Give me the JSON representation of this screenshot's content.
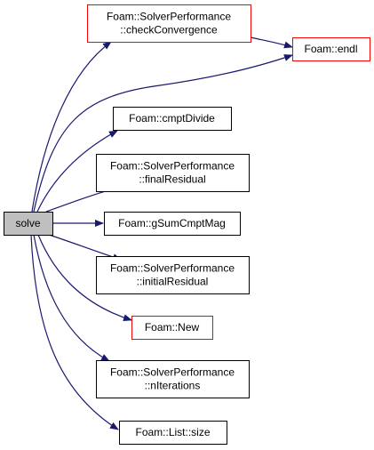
{
  "colors": {
    "edge": "#191970",
    "border_default": "#000000",
    "border_truncated": "#ff0000",
    "fill_default": "#ffffff",
    "fill_focus": "#bfbfbf",
    "text": "#000000"
  },
  "nodes": [
    {
      "id": "solve",
      "lines": [
        "solve"
      ],
      "style": "focus",
      "clickable": false
    },
    {
      "id": "check",
      "lines": [
        "Foam::SolverPerformance",
        "::checkConvergence"
      ],
      "style": "truncated",
      "clickable": true
    },
    {
      "id": "endl",
      "lines": [
        "Foam::endl"
      ],
      "style": "truncated",
      "clickable": true
    },
    {
      "id": "cmpt",
      "lines": [
        "Foam::cmptDivide"
      ],
      "style": "default",
      "clickable": true
    },
    {
      "id": "final",
      "lines": [
        "Foam::SolverPerformance",
        "::finalResidual"
      ],
      "style": "default",
      "clickable": true
    },
    {
      "id": "gsum",
      "lines": [
        "Foam::gSumCmptMag"
      ],
      "style": "default",
      "clickable": true
    },
    {
      "id": "initial",
      "lines": [
        "Foam::SolverPerformance",
        "::initialResidual"
      ],
      "style": "default",
      "clickable": true
    },
    {
      "id": "new",
      "lines": [
        "Foam::New"
      ],
      "style": "truncated",
      "clickable": true
    },
    {
      "id": "niter",
      "lines": [
        "Foam::SolverPerformance",
        "::nIterations"
      ],
      "style": "default",
      "clickable": true
    },
    {
      "id": "size",
      "lines": [
        "Foam::List::size"
      ],
      "style": "default",
      "clickable": true
    }
  ],
  "edges": [
    {
      "from": "solve",
      "to": "check"
    },
    {
      "from": "solve",
      "to": "endl"
    },
    {
      "from": "check",
      "to": "endl"
    },
    {
      "from": "solve",
      "to": "cmpt"
    },
    {
      "from": "solve",
      "to": "final"
    },
    {
      "from": "solve",
      "to": "gsum"
    },
    {
      "from": "solve",
      "to": "initial"
    },
    {
      "from": "solve",
      "to": "new"
    },
    {
      "from": "solve",
      "to": "niter"
    },
    {
      "from": "solve",
      "to": "size"
    }
  ]
}
